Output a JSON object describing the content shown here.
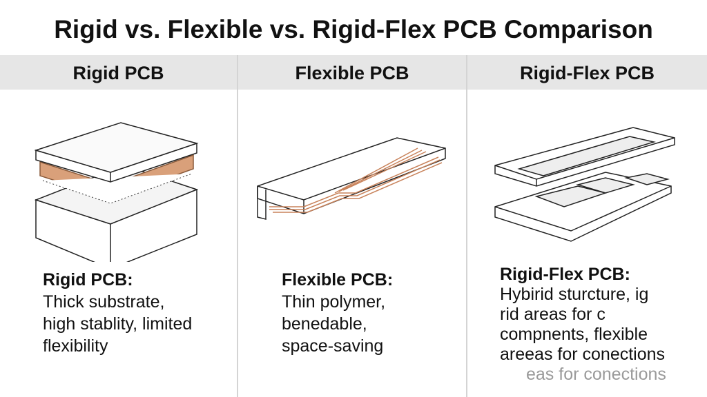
{
  "title": "Rigid vs. Flexible vs. Rigid-Flex PCB Comparison",
  "columns": [
    {
      "header": "Rigid PCB",
      "label": "Rigid PCB:",
      "lines": [
        "Thick substrate,",
        "high stablity, limited",
        "flexibility"
      ]
    },
    {
      "header": "Flexible PCB",
      "label": "Flexible PCB:",
      "lines": [
        "Thin polymer,",
        "benedable,",
        "space-saving"
      ]
    },
    {
      "header": "Rigid-Flex PCB",
      "label": "Rigid-Flex PCB:",
      "lines": [
        "Hybirid sturcture, ig",
        "rid areas for c",
        "compnents, flexible",
        "areeas for conections"
      ],
      "ghost": "eas for conections"
    }
  ],
  "colors": {
    "band": "#e6e6e6",
    "copper": "#c8825a"
  }
}
